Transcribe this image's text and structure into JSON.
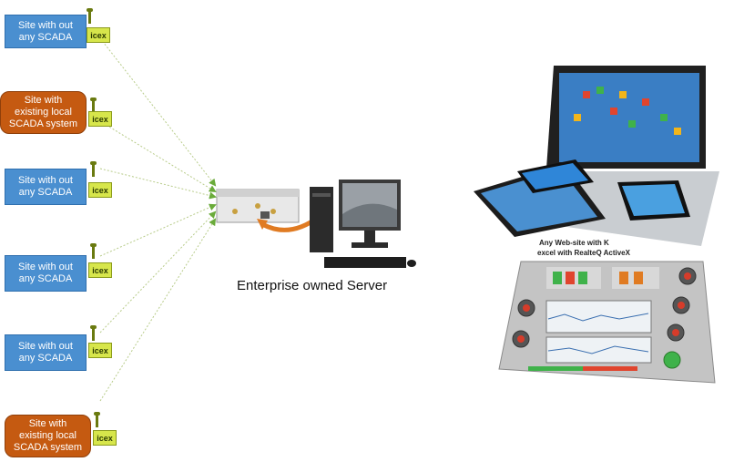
{
  "sites": [
    {
      "label": "Site with out\nany SCADA",
      "kind": "blue"
    },
    {
      "label": "Site with\nexisting local\nSCADA system",
      "kind": "orange"
    },
    {
      "label": "Site with out\nany SCADA",
      "kind": "blue"
    },
    {
      "label": "Site with out\nany SCADA",
      "kind": "blue"
    },
    {
      "label": "Site with out\nany SCADA",
      "kind": "blue"
    },
    {
      "label": "Site with\nexisting local\nSCADA system",
      "kind": "orange"
    }
  ],
  "device_tag": "icex",
  "server": {
    "label": "Enterprise owned Server"
  },
  "devices_caption_1": "Any Web-site with K",
  "devices_caption_2": "excel with RealteQ ActiveX",
  "colors": {
    "site_blue": "#4a8fd0",
    "site_orange": "#c55a11",
    "icex_yellow": "#d7e64b",
    "link_green": "#8db55a",
    "arrow_orange": "#e07b22"
  }
}
